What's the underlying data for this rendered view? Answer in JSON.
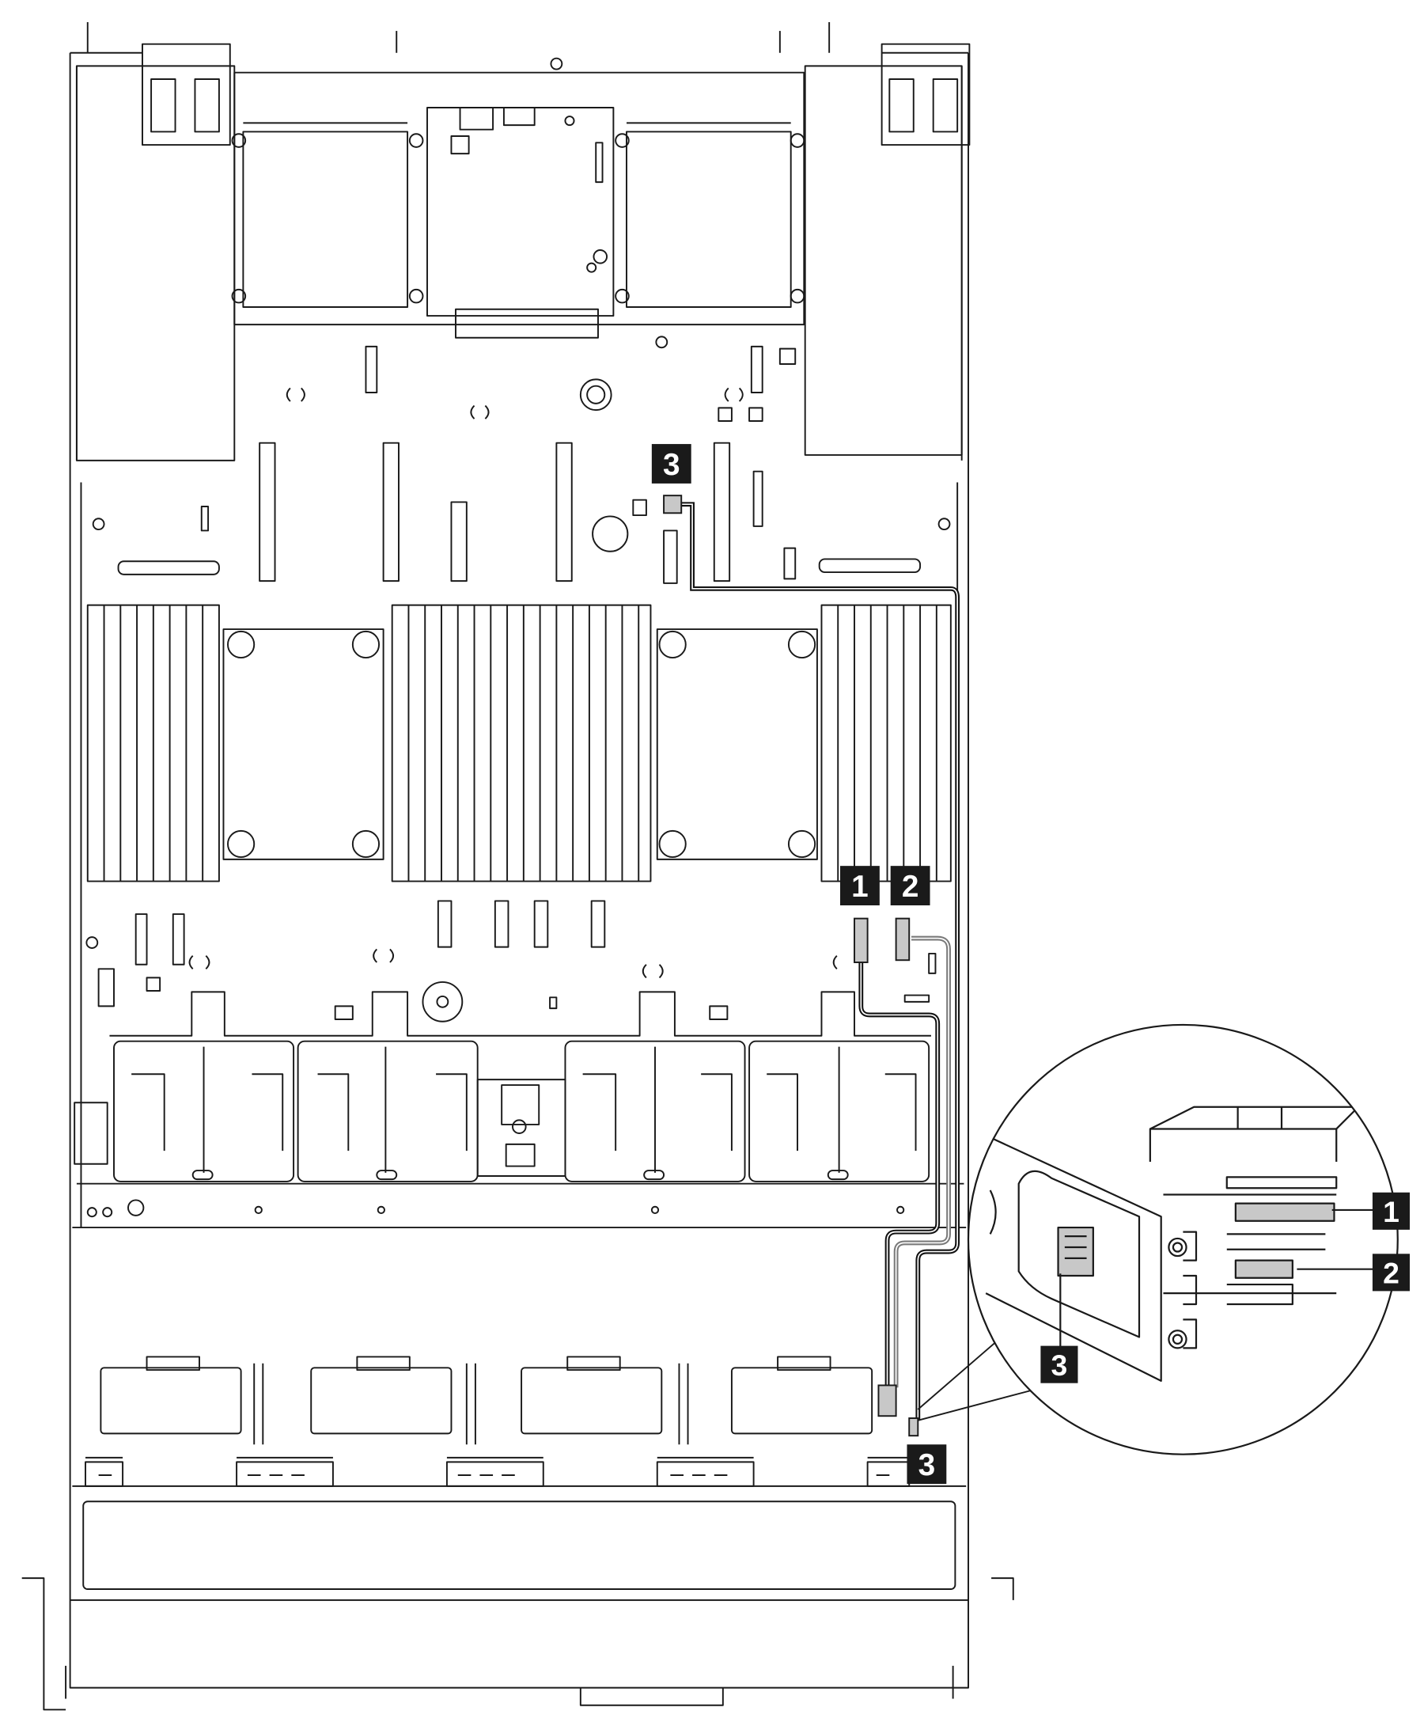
{
  "callouts": {
    "main_1": "1",
    "main_2": "2",
    "main_3_top": "3",
    "main_3_bottom": "3",
    "inset_1": "1",
    "inset_2": "2",
    "inset_3": "3"
  },
  "colors": {
    "line": "#1a1a1a",
    "cable_black": "#111111",
    "cable_gray": "#7a7a7a",
    "connector_fill": "#c8c8c8",
    "callout_fill": "#1a1a1a",
    "callout_text": "#ffffff"
  }
}
